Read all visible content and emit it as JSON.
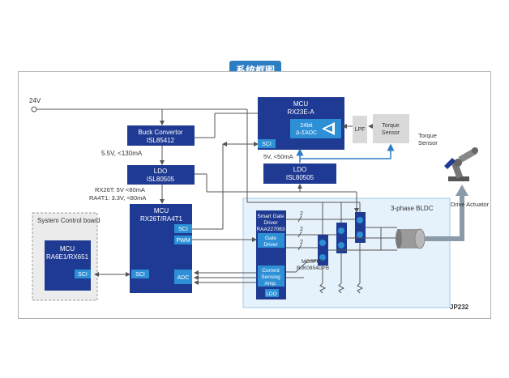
{
  "title": "系统框图",
  "supply": {
    "v24": "24V"
  },
  "buck": {
    "line1": "Buck Convertor",
    "line2": "ISL85412"
  },
  "buck_out": "5.5V, <130mA",
  "ldo1": {
    "line1": "LDO",
    "line2": "ISL80505"
  },
  "ldo1_out": {
    "line1": "RX26T: 5V <80mA",
    "line2": "RA4T1: 3.3V, <80mA"
  },
  "mcu_main": {
    "line1": "MCU",
    "line2": "RX26T/RA4T1",
    "sci1": "SCI",
    "pwm": "PWM",
    "sci2": "SCI",
    "adc": "ADC"
  },
  "mcu_top": {
    "line1": "MCU",
    "line2": "RX23E-A",
    "adc_line1": "24bit",
    "adc_line2": "Δ-ΣADC",
    "sci": "SCI"
  },
  "top_supply": "5V, <50mA",
  "ldo2": {
    "line1": "LDO",
    "line2": "ISL80505"
  },
  "lpf": "LPF",
  "torque_box": {
    "line1": "Torque",
    "line2": "Sensor"
  },
  "torque_label": {
    "line1": "Torque",
    "line2": "Sensor"
  },
  "system_board": {
    "title": "System Control board",
    "mcu_line1": "MCU",
    "mcu_line2": "RA6E1/RX651",
    "sci": "SCI"
  },
  "gate_driver": {
    "line1": "Smart Gate",
    "line2": "Driver",
    "line3": "RAA227063",
    "gd_line1": "Gate",
    "gd_line2": "Driver",
    "cs_line1": "Current",
    "cs_line2": "Sensing",
    "cs_line3": "Amp.",
    "ldo": "LDO"
  },
  "bldc_label": "3-phase BLDC",
  "mosfet": {
    "line1": "MOSFET",
    "line2": "RJK0854DPB"
  },
  "drive_actuator": "Drive Actuator",
  "board_id": "JP232",
  "bus_marks": [
    "2",
    "2",
    "2"
  ],
  "colors": {
    "dark_block": "#1f3a93",
    "sub_block": "#2d8fd6",
    "accent": "#2d7dc3",
    "gray_box": "#d9d9d9",
    "light_area": "#e6f2fb",
    "line": "#555555"
  }
}
